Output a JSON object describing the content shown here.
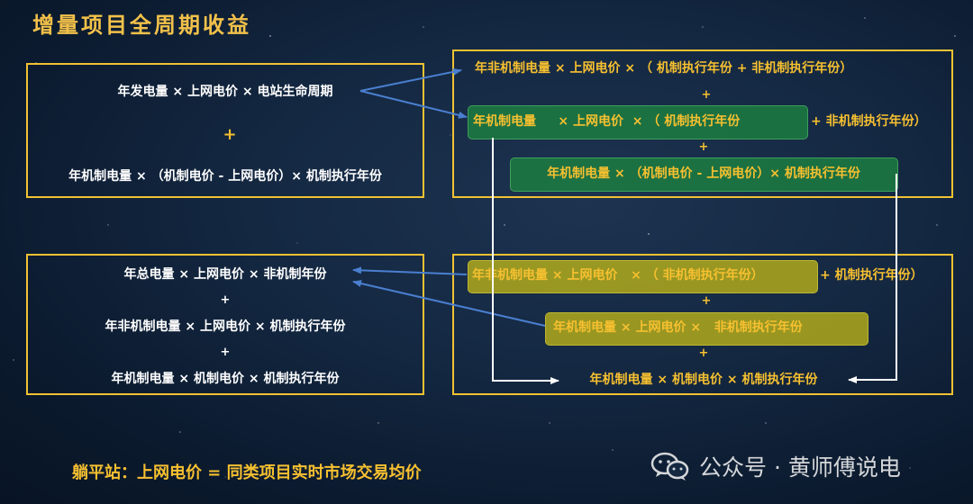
{
  "title": "增量项目全周期收益",
  "top_left": {
    "line1": "年发电量 × 上网电价 × 电站生命周期",
    "plus": "+",
    "line2": "年机制电量 × （机制电价 - 上网电价）× 机制执行年份"
  },
  "top_right": {
    "line1": "年非机制电量 × 上网电价 × （ 机制执行年份 + 非机制执行年份）",
    "plus1": "+",
    "line2_hl": "年机制电量     × 上网电价  × （ 机制执行年份",
    "line2_rest": "+ 非机制执行年份）",
    "plus2": "+",
    "line3": "年机制电量 × （机制电价 - 上网电价）× 机制执行年份"
  },
  "bottom_left": {
    "line1": "年总电量 × 上网电价 × 非机制年份",
    "plus1": "+",
    "line2": "年非机制电量 × 上网电价 × 机制执行年份",
    "plus2": "+",
    "line3": "年机制电量 × 机制电价 × 机制执行年份"
  },
  "bottom_right": {
    "line1_hl": "年非机制电量 × 上网电价   × （ 非机制执行年份）",
    "line1_rest": "+ 机制执行年份）",
    "plus1": "+",
    "line2": "年机制电量 × 上网电价 ×   非机制执行年份",
    "plus2": "+",
    "line3": "年机制电量 × 机制电价 × 机制执行年份"
  },
  "footer": "躺平站：上网电价 = 同类项目实时市场交易均价",
  "brand": {
    "icon": "wechat-icon",
    "text": "公众号 · 黄师傅说电"
  },
  "colors": {
    "accent": "#f6c030",
    "box_border": "#f1c232",
    "green_hl": "#1c8440",
    "olive_hl": "#b0aa1c",
    "arrow_blue": "#4a7fd0"
  }
}
